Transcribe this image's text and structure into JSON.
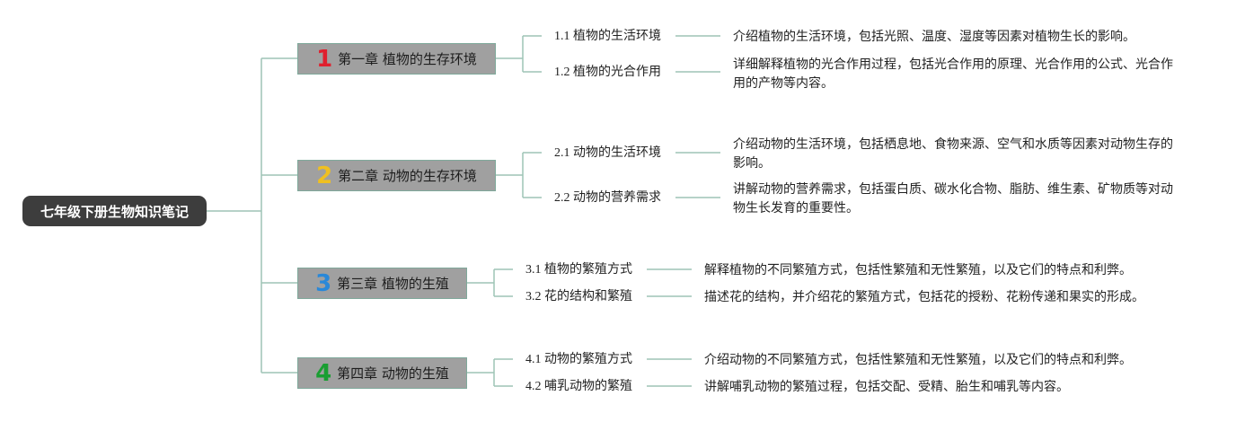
{
  "root": {
    "title": "七年级下册生物知识笔记"
  },
  "colors": {
    "line": "#9ec4b6",
    "chapter_fill": "#a0a0a0",
    "root_fill": "#3d3d3d",
    "num1": "#e0202e",
    "num2": "#f0c020",
    "num3": "#2a88d8",
    "num4": "#1a9e32"
  },
  "chapters": [
    {
      "num": "1",
      "title": "第一章 植物的生存环境",
      "subs": [
        {
          "label": "1.1 植物的生活环境",
          "desc": "介绍植物的生活环境，包括光照、温度、湿度等因素对植物生长的影响。"
        },
        {
          "label": "1.2 植物的光合作用",
          "desc": "详细解释植物的光合作用过程，包括光合作用的原理、光合作用的公式、光合作用的产物等内容。"
        }
      ]
    },
    {
      "num": "2",
      "title": "第二章 动物的生存环境",
      "subs": [
        {
          "label": "2.1 动物的生活环境",
          "desc": "介绍动物的生活环境，包括栖息地、食物来源、空气和水质等因素对动物生存的影响。"
        },
        {
          "label": "2.2 动物的营养需求",
          "desc": "讲解动物的营养需求，包括蛋白质、碳水化合物、脂肪、维生素、矿物质等对动物生长发育的重要性。"
        }
      ]
    },
    {
      "num": "3",
      "title": "第三章 植物的生殖",
      "subs": [
        {
          "label": "3.1 植物的繁殖方式",
          "desc": "解释植物的不同繁殖方式，包括性繁殖和无性繁殖，以及它们的特点和利弊。"
        },
        {
          "label": "3.2 花的结构和繁殖",
          "desc": "描述花的结构，并介绍花的繁殖方式，包括花的授粉、花粉传递和果实的形成。"
        }
      ]
    },
    {
      "num": "4",
      "title": "第四章 动物的生殖",
      "subs": [
        {
          "label": "4.1 动物的繁殖方式",
          "desc": "介绍动物的不同繁殖方式，包括性繁殖和无性繁殖，以及它们的特点和利弊。"
        },
        {
          "label": "4.2 哺乳动物的繁殖",
          "desc": "讲解哺乳动物的繁殖过程，包括交配、受精、胎生和哺乳等内容。"
        }
      ]
    }
  ]
}
